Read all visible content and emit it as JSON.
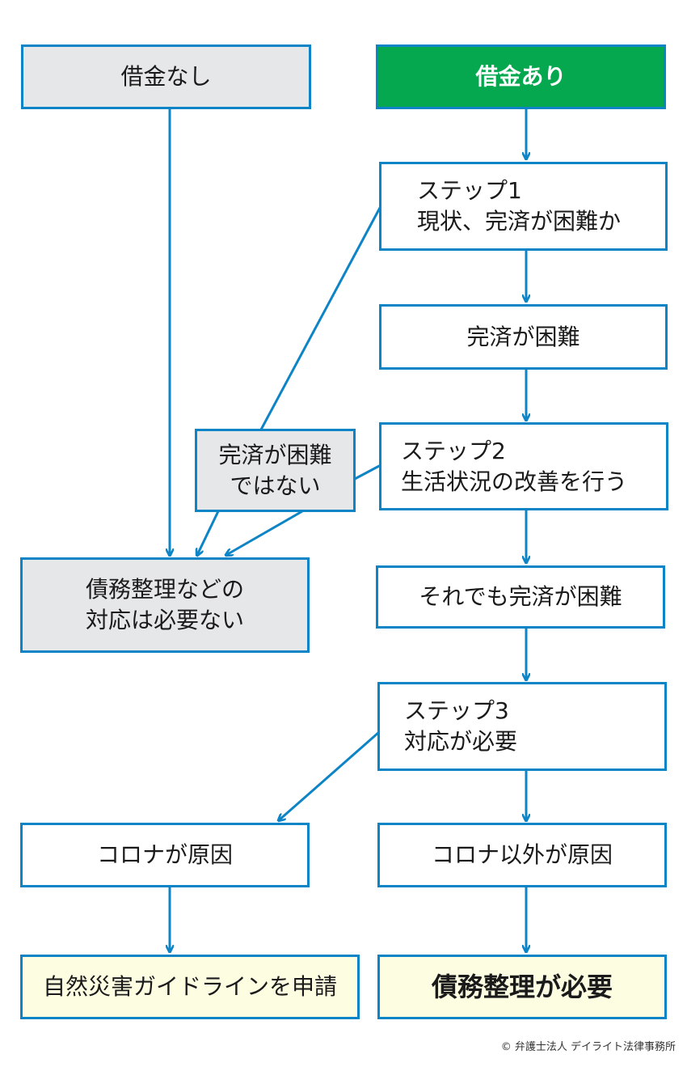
{
  "flow": {
    "no_debt": "借金なし",
    "has_debt": "借金あり",
    "step1": {
      "title": "ステップ1",
      "text": "現状、完済が困難か"
    },
    "hard_to_repay": "完済が困難",
    "not_hard": {
      "line1": "完済が困難",
      "line2": "ではない"
    },
    "step2": {
      "title": "ステップ2",
      "text": "生活状況の改善を行う"
    },
    "no_action": {
      "line1": "債務整理などの",
      "line2": "対応は必要ない"
    },
    "still_hard": "それでも完済が困難",
    "step3": {
      "title": "ステップ3",
      "text": "対応が必要"
    },
    "corona_cause": "コロナが原因",
    "other_cause": "コロナ以外が原因",
    "disaster_guideline": "自然災害ガイドラインを申請",
    "debt_needed": "債務整理が必要"
  },
  "copyright": "© 弁護士法人 デイライト法律事務所",
  "colors": {
    "line": "#0d84c6",
    "green": "#05a84f",
    "gray": "#e6e7e8",
    "cream": "#fdfde2"
  }
}
